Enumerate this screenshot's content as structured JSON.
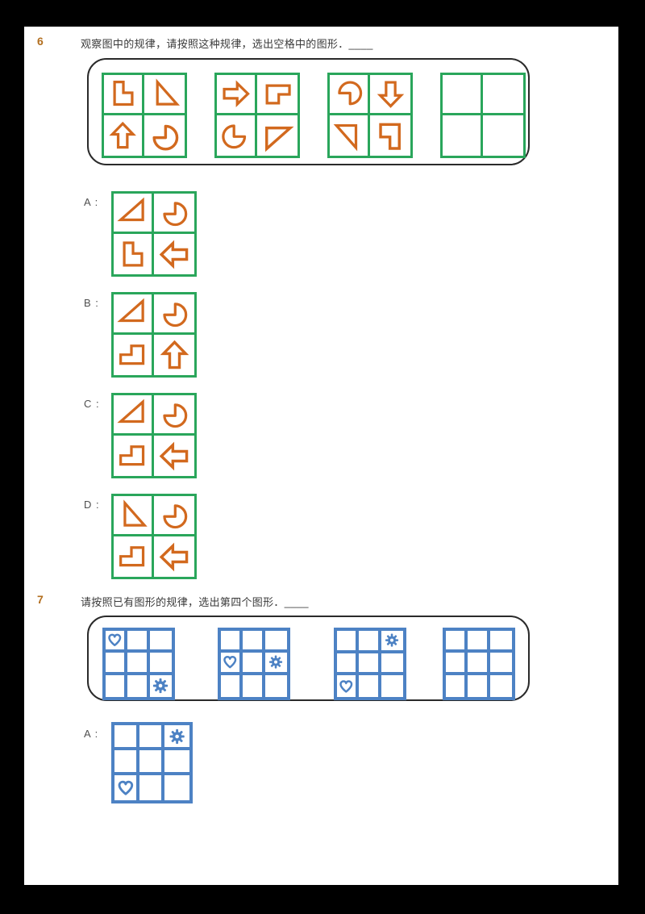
{
  "colors": {
    "page_frame": "#000000",
    "paper": "#ffffff",
    "question_number": "#b26e1e",
    "question_text": "#3a3a3a",
    "option_label": "#4f4f4f",
    "container_border": "#2a2a2a",
    "grid_green": "#2aa65b",
    "shape_orange": "#d2691e",
    "grid_blue": "#4d82c4"
  },
  "q6": {
    "number": "6",
    "question": "观察图中的规律，请按照这种规律，选出空格中的图形．____",
    "strip_grids": [
      {
        "cells": [
          {
            "shape": "l-shape",
            "rot": 0
          },
          {
            "shape": "triangle",
            "rot": 0
          },
          {
            "shape": "arrow",
            "rot": 0
          },
          {
            "shape": "pacman",
            "rot": 0
          }
        ]
      },
      {
        "cells": [
          {
            "shape": "arrow",
            "rot": 90
          },
          {
            "shape": "l-shape",
            "rot": 90
          },
          {
            "shape": "pacman",
            "rot": 90
          },
          {
            "shape": "triangle",
            "rot": 90
          }
        ]
      },
      {
        "cells": [
          {
            "shape": "pacman",
            "rot": 270
          },
          {
            "shape": "arrow",
            "rot": 180
          },
          {
            "shape": "triangle",
            "rot": 180
          },
          {
            "shape": "l-shape",
            "rot": 180
          }
        ]
      },
      {
        "cells": [
          null,
          null,
          null,
          null
        ]
      }
    ],
    "options": [
      {
        "label": "A :",
        "cells": [
          {
            "shape": "triangle",
            "rot": 270
          },
          {
            "shape": "pacman",
            "rot": 0
          },
          {
            "shape": "l-shape",
            "rot": 0
          },
          {
            "shape": "arrow",
            "rot": 270
          }
        ]
      },
      {
        "label": "B :",
        "cells": [
          {
            "shape": "triangle",
            "rot": 270
          },
          {
            "shape": "pacman",
            "rot": 0
          },
          {
            "shape": "l-shape",
            "rot": 270
          },
          {
            "shape": "arrow",
            "rot": 0
          }
        ]
      },
      {
        "label": "C :",
        "cells": [
          {
            "shape": "triangle",
            "rot": 270
          },
          {
            "shape": "pacman",
            "rot": 0
          },
          {
            "shape": "l-shape",
            "rot": 270
          },
          {
            "shape": "arrow",
            "rot": 270
          }
        ]
      },
      {
        "label": "D :",
        "cells": [
          {
            "shape": "triangle",
            "rot": 0
          },
          {
            "shape": "pacman",
            "rot": 0
          },
          {
            "shape": "l-shape",
            "rot": 270
          },
          {
            "shape": "arrow",
            "rot": 270
          }
        ]
      }
    ]
  },
  "q7": {
    "number": "7",
    "question": "请按照已有图形的规律，选出第四个图形．____",
    "strip_grids": [
      {
        "icons": [
          {
            "icon": "heart",
            "row": 0,
            "col": 0
          },
          {
            "icon": "gear",
            "row": 2,
            "col": 2
          }
        ]
      },
      {
        "icons": [
          {
            "icon": "heart",
            "row": 1,
            "col": 0
          },
          {
            "icon": "gear",
            "row": 1,
            "col": 2
          }
        ]
      },
      {
        "icons": [
          {
            "icon": "gear",
            "row": 0,
            "col": 2
          },
          {
            "icon": "heart",
            "row": 2,
            "col": 0
          }
        ]
      },
      {
        "icons": []
      }
    ],
    "options": [
      {
        "label": "A :",
        "icons": [
          {
            "icon": "gear",
            "row": 0,
            "col": 2
          },
          {
            "icon": "heart",
            "row": 2,
            "col": 0
          }
        ]
      }
    ]
  }
}
